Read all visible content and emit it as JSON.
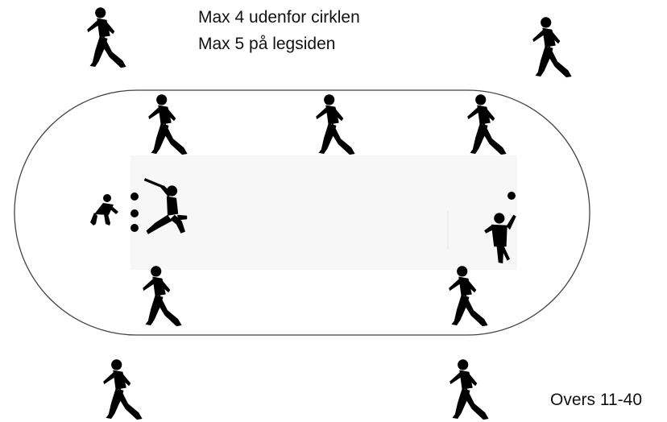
{
  "rules": {
    "line1": "Max 4 udenfor cirklen",
    "line2": "Max 5 på legsiden"
  },
  "overs_label": "Overs 11-40",
  "colors": {
    "figure": "#000000",
    "circle_line": "#444444",
    "pitch": "#f7f7f7",
    "background": "#ffffff"
  },
  "figures": {
    "outside_circle": [
      "fielder-icon",
      "fielder-icon",
      "fielder-icon",
      "fielder-icon"
    ],
    "inside_circle": [
      "fielder-icon",
      "fielder-icon",
      "fielder-icon",
      "fielder-icon",
      "fielder-icon"
    ],
    "wicketkeeper": "wicketkeeper-icon",
    "batsman": "batsman-icon",
    "bowler": "bowler-icon"
  }
}
